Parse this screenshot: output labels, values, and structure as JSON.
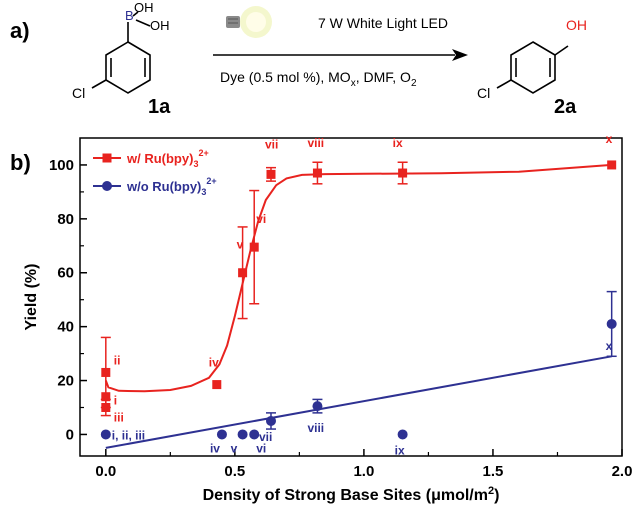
{
  "panel_a": {
    "label": "a)",
    "light_label": "7 W  White Light LED",
    "conditions_main": "Dye (0.5 mol %), MO",
    "conditions_sub": "x",
    "conditions_rest": ", DMF, O",
    "conditions_o2": "2",
    "reactant": {
      "name": "1a",
      "cl": "Cl",
      "oh1": "OH",
      "oh2": "OH",
      "b": "B"
    },
    "product": {
      "name": "2a",
      "cl": "Cl",
      "oh": "OH"
    }
  },
  "panel_b": {
    "label": "b)"
  },
  "colors": {
    "ru": "#e8231f",
    "noru": "#2e3192",
    "axis": "#000000"
  },
  "chart_data": {
    "type": "scatter",
    "xlabel_main": "Density of Strong Base Sites (",
    "xlabel_mu": "μ",
    "xlabel_unit": "mol/m",
    "xlabel_sup": "2",
    "xlabel_end": ")",
    "ylabel": "Yield (%)",
    "xlim": [
      -0.1,
      2.0
    ],
    "ylim": [
      -8,
      110
    ],
    "xticks": [
      0.0,
      0.5,
      1.0,
      1.5,
      2.0
    ],
    "xtick_labels": [
      "0.0",
      "0.5",
      "1.0",
      "1.5",
      "2.0"
    ],
    "yticks": [
      0,
      20,
      40,
      60,
      80,
      100
    ],
    "ytick_labels": [
      "0",
      "20",
      "40",
      "60",
      "80",
      "100"
    ],
    "legend": [
      {
        "pre": "w/ Ru(bpy)",
        "sub": "3",
        "sup": "2+",
        "series": "ru"
      },
      {
        "pre": "w/o Ru(bpy)",
        "sub": "3",
        "sup": "2+",
        "series": "noru"
      }
    ],
    "series": [
      {
        "key": "ru",
        "marker": "square",
        "points": [
          {
            "x": 0.0,
            "y": 23,
            "err": 13,
            "label": "ii"
          },
          {
            "x": 0.0,
            "y": 14,
            "err": 0,
            "label": "i"
          },
          {
            "x": 0.0,
            "y": 10,
            "err": 3,
            "label": "iii"
          },
          {
            "x": 0.43,
            "y": 18.5,
            "err": 0,
            "label": "iv"
          },
          {
            "x": 0.53,
            "y": 60,
            "err": 17,
            "label": "v"
          },
          {
            "x": 0.575,
            "y": 69.5,
            "err": 21,
            "label": "vi"
          },
          {
            "x": 0.64,
            "y": 96.5,
            "err": 2.5,
            "label": "vii"
          },
          {
            "x": 0.82,
            "y": 97,
            "err": 4,
            "label": "viii"
          },
          {
            "x": 1.15,
            "y": 97,
            "err": 4,
            "label": "ix"
          },
          {
            "x": 1.96,
            "y": 100,
            "err": 0,
            "label": "x"
          }
        ],
        "fit": [
          [
            0.0,
            20
          ],
          [
            0.01,
            17.5
          ],
          [
            0.05,
            16.2
          ],
          [
            0.15,
            16
          ],
          [
            0.25,
            16.5
          ],
          [
            0.33,
            18
          ],
          [
            0.4,
            21
          ],
          [
            0.44,
            26
          ],
          [
            0.47,
            33
          ],
          [
            0.5,
            44
          ],
          [
            0.53,
            56
          ],
          [
            0.56,
            68
          ],
          [
            0.59,
            79
          ],
          [
            0.62,
            87
          ],
          [
            0.66,
            92.5
          ],
          [
            0.7,
            95
          ],
          [
            0.76,
            96.3
          ],
          [
            0.85,
            96.6
          ],
          [
            1.0,
            96.7
          ],
          [
            1.3,
            96.9
          ],
          [
            1.6,
            97.5
          ],
          [
            1.96,
            100
          ]
        ]
      },
      {
        "key": "noru",
        "marker": "circle",
        "points": [
          {
            "x": 0.0,
            "y": 0,
            "err": 0,
            "label": "i, ii, iii"
          },
          {
            "x": 0.45,
            "y": 0,
            "err": 0,
            "label": "iv"
          },
          {
            "x": 0.53,
            "y": 0,
            "err": 0,
            "label": "v"
          },
          {
            "x": 0.575,
            "y": 0,
            "err": 0,
            "label": "vi"
          },
          {
            "x": 0.64,
            "y": 5,
            "err": 3,
            "label": "vii"
          },
          {
            "x": 0.82,
            "y": 10.5,
            "err": 2.5,
            "label": "viii"
          },
          {
            "x": 1.15,
            "y": 0,
            "err": 0,
            "label": "ix"
          },
          {
            "x": 1.96,
            "y": 41,
            "err": 12,
            "label": "x"
          }
        ],
        "fit": [
          [
            0.0,
            -5
          ],
          [
            1.96,
            29
          ]
        ]
      }
    ]
  }
}
